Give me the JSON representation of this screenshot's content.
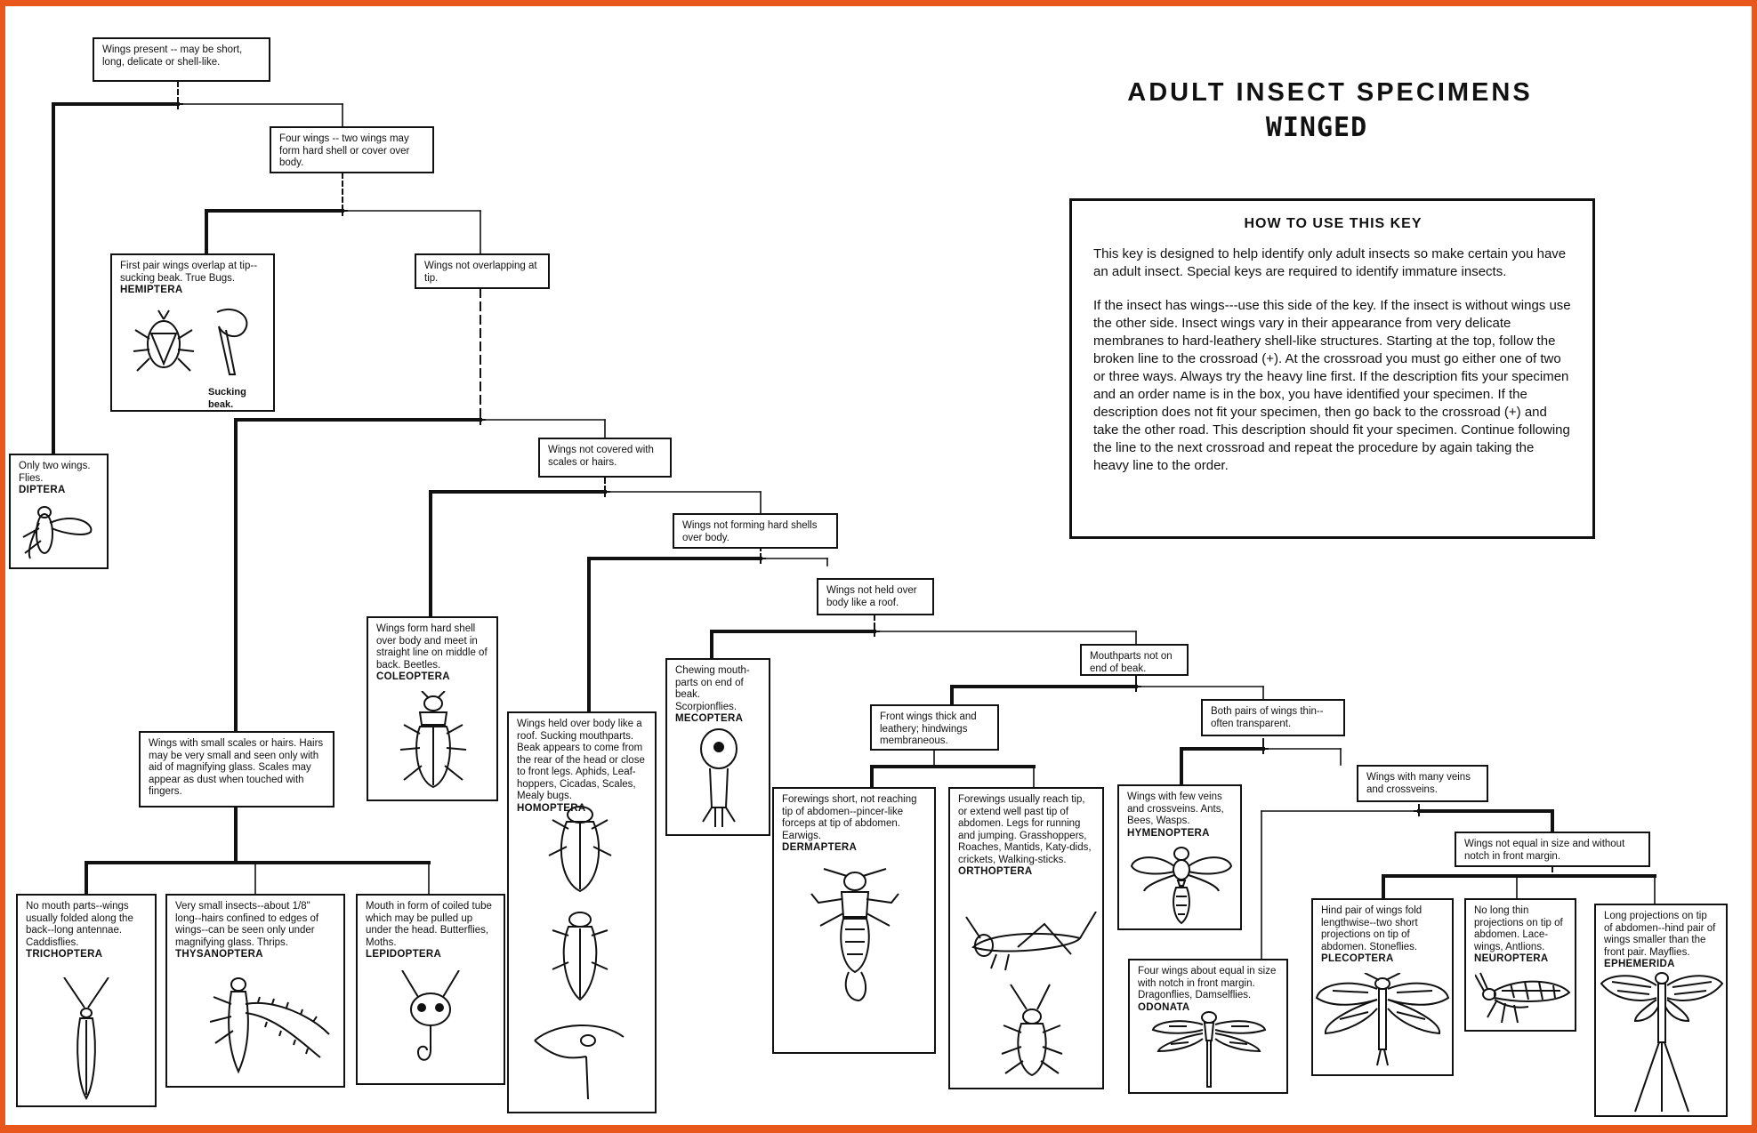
{
  "title": "ADULT INSECT SPECIMENS",
  "subtitle": "WINGED",
  "how_to": {
    "heading": "HOW TO USE THIS KEY",
    "paragraphs": [
      "This key is designed to help identify only adult insects so make certain you have an adult insect. Special keys are required to identify immature insects.",
      "If the insect has wings---use this side of the key. If the insect is without wings use the other side. Insect wings vary in their appearance from very delicate membranes to hard-leathery shell-like structures. Starting at the top, follow the broken line to the crossroad (+). At the crossroad you must go either one of two or three ways. Always try the heavy line first. If the description fits your specimen and an order name is in the box, you have identified your specimen. If the description does not fit your specimen, then go back to the crossroad (+) and take the other road. This description should fit your specimen. Continue following the line to the next crossroad and repeat the procedure by again taking the heavy line to the order."
    ]
  },
  "nodes": {
    "wings_present": {
      "text": "Wings present -- may be short, long, delicate or shell-like."
    },
    "four_wings": {
      "text": "Four wings -- two wings may form hard shell or cover over body."
    },
    "hemiptera": {
      "text": "First pair wings overlap at tip-- sucking beak. True Bugs.",
      "order": "HEMIPTERA",
      "caption": "Sucking beak."
    },
    "wings_not_overlapping": {
      "text": "Wings not overlapping at tip."
    },
    "diptera": {
      "text": "Only two wings. Flies.",
      "order": "DIPTERA"
    },
    "not_covered_scales": {
      "text": "Wings not covered with scales or hairs."
    },
    "not_forming_shell": {
      "text": "Wings not forming hard shells over body."
    },
    "not_held_roof": {
      "text": "Wings not held over body like a roof."
    },
    "coleoptera": {
      "text": "Wings form hard shell over body and meet in straight line on middle of back. Beetles.",
      "order": "COLEOPTERA"
    },
    "homoptera": {
      "text": "Wings held over body like a roof. Sucking mouthparts. Beak appears to come from the rear of the head or close to front legs. Aphids, Leaf-hoppers, Cicadas, Scales, Mealy bugs.",
      "order": "HOMOPTERA"
    },
    "mecoptera": {
      "text": "Chewing mouth-parts on end of beak. Scorpionflies.",
      "order": "MECOPTERA"
    },
    "mouthparts_not_beak": {
      "text": "Mouthparts not on end of beak."
    },
    "front_wings_thick": {
      "text": "Front wings thick and leathery; hindwings membraneous."
    },
    "both_pairs_thin": {
      "text": "Both pairs of wings thin-- often transparent."
    },
    "scales_hairs": {
      "text": "Wings with small scales or hairs. Hairs may be very small and seen only with aid of magnifying glass. Scales may appear as dust when touched with fingers."
    },
    "trichoptera": {
      "text": "No mouth parts--wings usually folded along the back--long antennae. Caddisflies.",
      "order": "TRICHOPTERA"
    },
    "thysanoptera": {
      "text": "Very small insects--about 1/8\" long--hairs confined to edges of wings--can be seen only under magnifying glass. Thrips.",
      "order": "THYSANOPTERA"
    },
    "lepidoptera": {
      "text": "Mouth in form of coiled tube which may be pulled up under the head. Butterflies, Moths.",
      "order": "LEPIDOPTERA"
    },
    "dermaptera": {
      "text": "Forewings short, not reaching tip of abdomen--pincer-like forceps at tip of abdomen. Earwigs.",
      "order": "DERMAPTERA"
    },
    "orthoptera": {
      "text": "Forewings usually reach tip, or extend well past tip of abdomen. Legs for running and jumping. Grasshoppers, Roaches, Mantids, Katy-dids, crickets, Walking-sticks.",
      "order": "ORTHOPTERA"
    },
    "hymenoptera": {
      "text": "Wings with few veins and crossveins. Ants, Bees, Wasps.",
      "order": "HYMENOPTERA"
    },
    "many_veins": {
      "text": "Wings with many veins and crossveins."
    },
    "not_equal_size": {
      "text": "Wings not equal in size and without notch in front margin."
    },
    "odonata": {
      "text": "Four wings about equal in size with notch in front margin. Dragonflies, Damselflies.",
      "order": "ODONATA"
    },
    "plecoptera": {
      "text": "Hind pair of wings fold lengthwise--two short projections on tip of abdomen. Stoneflies.",
      "order": "PLECOPTERA"
    },
    "neuroptera": {
      "text": "No long thin projections on tip of abdomen. Lace-wings, Antlions.",
      "order": "NEUROPTERA"
    },
    "ephemerida": {
      "text": "Long projections on tip of abdomen--hind pair of wings smaller than the front pair. Mayflies.",
      "order": "EPHEMERIDA"
    }
  },
  "colors": {
    "frame": "#e8581c",
    "ink": "#111111"
  }
}
